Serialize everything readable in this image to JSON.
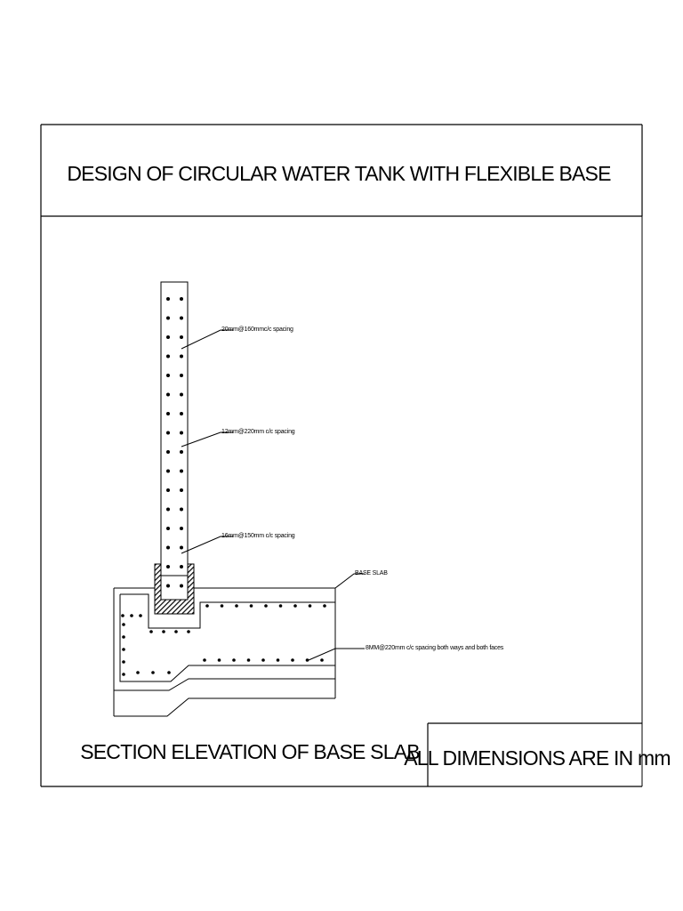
{
  "drawing": {
    "title": "DESIGN OF CIRCULAR WATER TANK WITH FLEXIBLE BASE",
    "section_caption": "SECTION ELEVATION OF BASE SLAB",
    "dimensions_note": "ALL DIMENSIONS ARE IN mm"
  },
  "annotations": {
    "wall_vertical_bars": "20mm@160mmc/c spacing",
    "wall_horizontal_bars": "12mm@220mm c/c spacing",
    "wall_base_bars": "16mm@150mm c/c spacing",
    "base_slab": "BASE SLAB",
    "slab_reinforcement": "8MM@220mm c/c spacing both ways and both faces"
  }
}
